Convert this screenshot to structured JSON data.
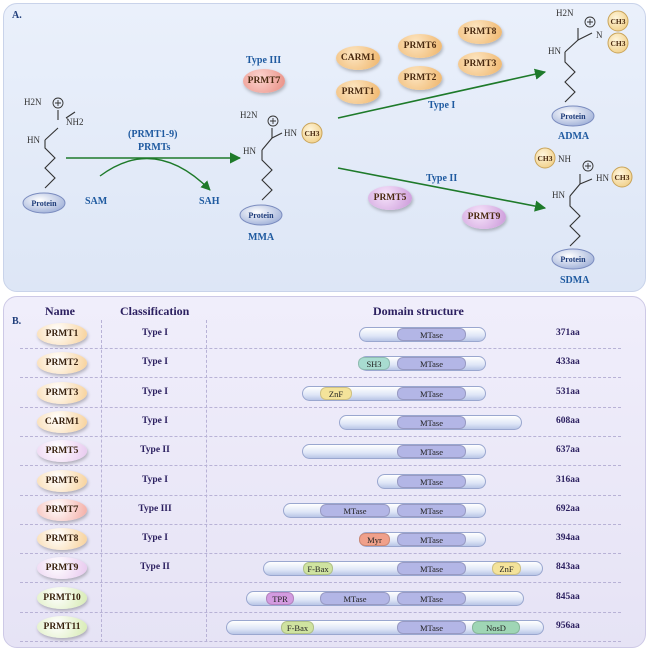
{
  "panel_a": {
    "tag": "A.",
    "substrate_label": "Protein",
    "mma_label": "MMA",
    "adma_label": "ADMA",
    "sdma_label": "SDMA",
    "enzyme_label": "(PRMT1-9)",
    "enzyme_label2": "PRMTs",
    "sam_label": "SAM",
    "sah_label": "SAH",
    "type1_label": "Type I",
    "type2_label": "Type II",
    "type3_label": "Type III",
    "ch3": "CH3",
    "hn": "HN",
    "nh": "NH",
    "h2n": "H2N",
    "nh2": "NH2",
    "n": "N",
    "type1_enzymes": [
      "CARM1",
      "PRMT6",
      "PRMT8",
      "PRMT1",
      "PRMT2",
      "PRMT3"
    ],
    "type2_enzymes": [
      "PRMT5",
      "PRMT9"
    ],
    "type3_enzymes": [
      "PRMT7"
    ]
  },
  "panel_b": {
    "tag": "B.",
    "headers": {
      "name": "Name",
      "classification": "Classification",
      "domain": "Domain structure"
    },
    "rows": [
      {
        "name": "PRMT1",
        "class": "Type I",
        "length": "371aa",
        "color": "#f7cf95",
        "domains": [
          "MTase"
        ]
      },
      {
        "name": "PRMT2",
        "class": "Type I",
        "length": "433aa",
        "color": "#f7cf95",
        "domains": [
          "SH3",
          "MTase"
        ]
      },
      {
        "name": "PRMT3",
        "class": "Type I",
        "length": "531aa",
        "color": "#f7cf95",
        "domains": [
          "ZnF",
          "MTase"
        ]
      },
      {
        "name": "CARM1",
        "class": "Type I",
        "length": "608aa",
        "color": "#f7cf95",
        "domains": [
          "MTase"
        ]
      },
      {
        "name": "PRMT5",
        "class": "Type II",
        "length": "637aa",
        "color": "#e7c6ee",
        "domains": [
          "MTase"
        ]
      },
      {
        "name": "PRMT6",
        "class": "Type I",
        "length": "316aa",
        "color": "#f7cf95",
        "domains": [
          "MTase"
        ]
      },
      {
        "name": "PRMT7",
        "class": "Type III",
        "length": "692aa",
        "color": "#f3a9a1",
        "domains": [
          "MTase",
          "MTase"
        ]
      },
      {
        "name": "PRMT8",
        "class": "Type I",
        "length": "394aa",
        "color": "#f7cf95",
        "domains": [
          "Myr",
          "MTase"
        ]
      },
      {
        "name": "PRMT9",
        "class": "Type II",
        "length": "843aa",
        "color": "#e7c6ee",
        "domains": [
          "F-Bax",
          "MTase",
          "ZnF"
        ]
      },
      {
        "name": "PRMT10",
        "class": "",
        "length": "845aa",
        "color": "#d5eab0",
        "domains": [
          "TPR",
          "MTase",
          "MTase"
        ]
      },
      {
        "name": "PRMT11",
        "class": "",
        "length": "956aa",
        "color": "#d5eab0",
        "domains": [
          "F-Bax",
          "MTase",
          "NosD"
        ]
      }
    ]
  }
}
